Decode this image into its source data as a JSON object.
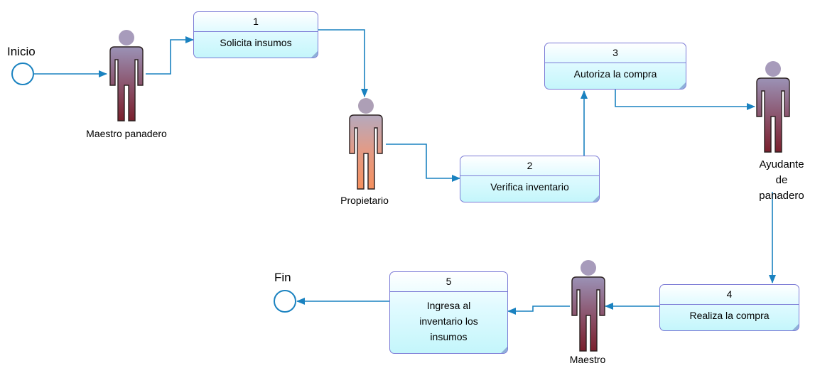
{
  "diagram": {
    "events": {
      "start": "Inicio",
      "end": "Fin"
    },
    "actors": {
      "maestro_panadero": "Maestro panadero",
      "propietario": "Propietario",
      "ayudante": "Ayudante de\npanadero",
      "maestro": "Maestro"
    },
    "steps": [
      {
        "number": "1",
        "text": "Solicita insumos"
      },
      {
        "number": "2",
        "text": "Verifica inventario"
      },
      {
        "number": "3",
        "text": "Autoriza la compra"
      },
      {
        "number": "4",
        "text": "Realiza la compra"
      },
      {
        "number": "5",
        "text": "Ingresa al\ninventario los\ninsumos"
      }
    ],
    "colors": {
      "flow": "#1a82c0",
      "box_border": "#7b7bd6",
      "actor_dark": "#8a2233",
      "actor_light": "#f0906a"
    }
  }
}
